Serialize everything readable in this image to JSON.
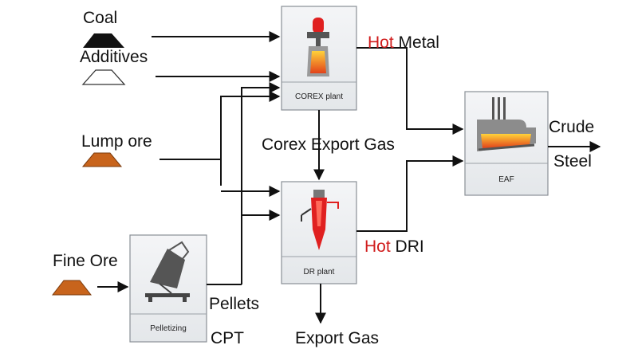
{
  "inputs": {
    "coal": "Coal",
    "additives": "Additives",
    "lump_ore": "Lump ore",
    "fine_ore": "Fine Ore"
  },
  "units": {
    "corex": "COREX plant",
    "dr": "DR plant",
    "eaf": "EAF",
    "pelletizing": "Pelletizing"
  },
  "flows": {
    "hot_metal_hot": "Hot",
    "hot_metal_rest": "Metal",
    "hot_dri_hot": "Hot",
    "hot_dri_rest": "DRI",
    "corex_export_gas": "Corex Export Gas",
    "crude": "Crude",
    "steel": "Steel",
    "pellets": "Pellets",
    "cpt": "CPT",
    "export_gas": "Export Gas"
  },
  "colors": {
    "hot_text": "#d01c1c",
    "coal": "#111111",
    "ore": "#c8641c",
    "flame": "#e02020",
    "box_fill": "#eef0f2",
    "box_stroke": "#8a8f96"
  },
  "icons": [
    "coal-pile-icon",
    "additives-pile-icon",
    "lump-ore-pile-icon",
    "fine-ore-pile-icon",
    "corex-furnace-icon",
    "dr-shaft-icon",
    "eaf-icon",
    "pelletizer-icon"
  ]
}
